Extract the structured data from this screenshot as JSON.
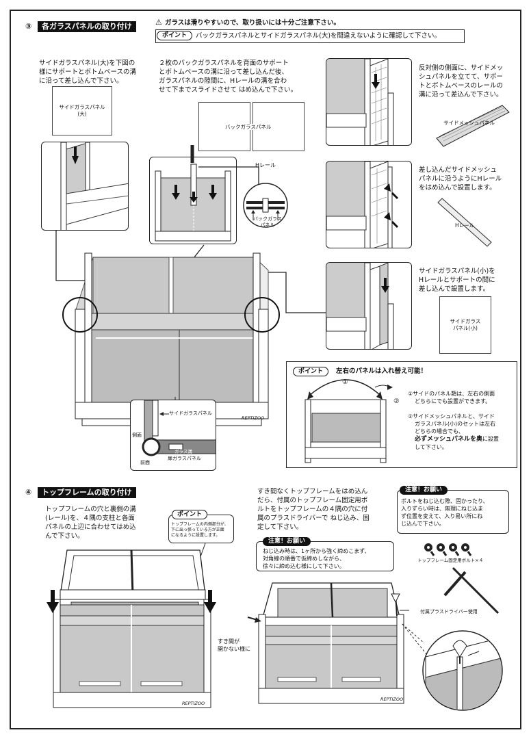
{
  "section3": {
    "number": "③",
    "title": "各ガラスパネルの取り付け",
    "warning": "ガラスは滑りやすいので、取り扱いには十分ご注意下さい。",
    "point_label": "ポイント",
    "point_text": "バックガラスパネルとサイドガラスパネル(大)を間違えないように確認して下さい。",
    "step1": [
      "サイドガラスパネル(大)を下図の",
      "様にサポートとボトムベースの溝",
      "に沿って差し込んで下さい。"
    ],
    "step2": [
      "２枚のバックガラスパネルを背面のサポート",
      "とボトムベースの溝に沿って差し込んだ後、",
      "ガラスパネルの隙間に、Hレールの溝を合わ",
      "せて下までスライドさせて はめ込んで下さい。"
    ],
    "side_glass_large": [
      "サイドガラスパネル",
      "(大)"
    ],
    "back_glass": "バックガラスパネル",
    "h_rail": "Hレール",
    "back_glass_panel_detail": [
      "バックガラス",
      "パネル"
    ],
    "right1": [
      "反対側の側面に、サイドメッ",
      "シュパネルを立てて、サポー",
      "トとボトムベースのレールの",
      "溝に沿って差込んで下さい。"
    ],
    "side_mesh_panel": "サイドメッシュパネル",
    "right2": [
      "差し込んだサイドメッシュ",
      "パネルに沿うようにHレール",
      "をはめ込んで設置します。"
    ],
    "h_rail2": "Hレール",
    "right3": [
      "サイドガラスパネル(小)を",
      "Hレールとサポートの間に",
      "差し込んで設置します。"
    ],
    "side_glass_small": [
      "サイドガラス",
      "パネル(小)"
    ],
    "detail_side_glass": "サイドガラスパネル",
    "detail_side": "側面",
    "detail_front": "前面",
    "detail_glass_groove": "ガラス溝",
    "detail_door_glass": "扉ガラスパネル",
    "brand": "REPTIZOO",
    "swap": {
      "point_label": "ポイント",
      "title": "左右のパネルは入れ替え可能！",
      "n1": "①",
      "n2": "②",
      "note1": [
        "①サイドのパネル類は、左右の側面",
        "どちらにでも設置ができます。"
      ],
      "note2_a": [
        "②サイドメッシュパネルと、サイド",
        "ガラスパネル(小)のセットは左右",
        "どちらの場合でも、"
      ],
      "note2_bold": "必ずメッシュパネルを奥",
      "note2_tail": "に設置",
      "note2_end": "して下さい。"
    }
  },
  "section4": {
    "number": "④",
    "title": "トップフレームの取り付け",
    "step1": [
      "トップフレームの穴と裏側の溝",
      "(レール)を、４隅の支柱と各面",
      "パネルの上辺に合わせてはめ込",
      "んで下さい。"
    ],
    "point_label": "ポイント",
    "point_text": [
      "トップフレームの内側部分が、",
      "下に出っ張っている方が正面",
      "になるように設置します。"
    ],
    "step2": [
      "すき間なくトップフレームをはめ込ん",
      "だら、付属のトップフレーム固定用ボ",
      "ルトをトップフレームの４隅の穴に付",
      "属のプラスドライバーで ねじ込み、固",
      "定して下さい。"
    ],
    "caution_label": "注意！お願い",
    "caution_text": [
      "ねじ込み時は、1ヶ所から強く締めこまず、",
      "対角線の順番で仮締めしながら、",
      "徐々に締め込む様にして下さい。"
    ],
    "caution2_label": "注意！お願い",
    "caution2_text": [
      "ボルトをねじ込む際、固かったり、",
      "入りずらい時は、無理にねじ込ま",
      "ず位置を変えて、入り易い所にね",
      "じ込んで下さい。"
    ],
    "bolts": "トップフレーム固定用ボルト×４",
    "driver": "付属プラスドライバー使用",
    "gap": [
      "すき間が",
      "開かない様に"
    ],
    "brand": "REPTIZOO"
  }
}
